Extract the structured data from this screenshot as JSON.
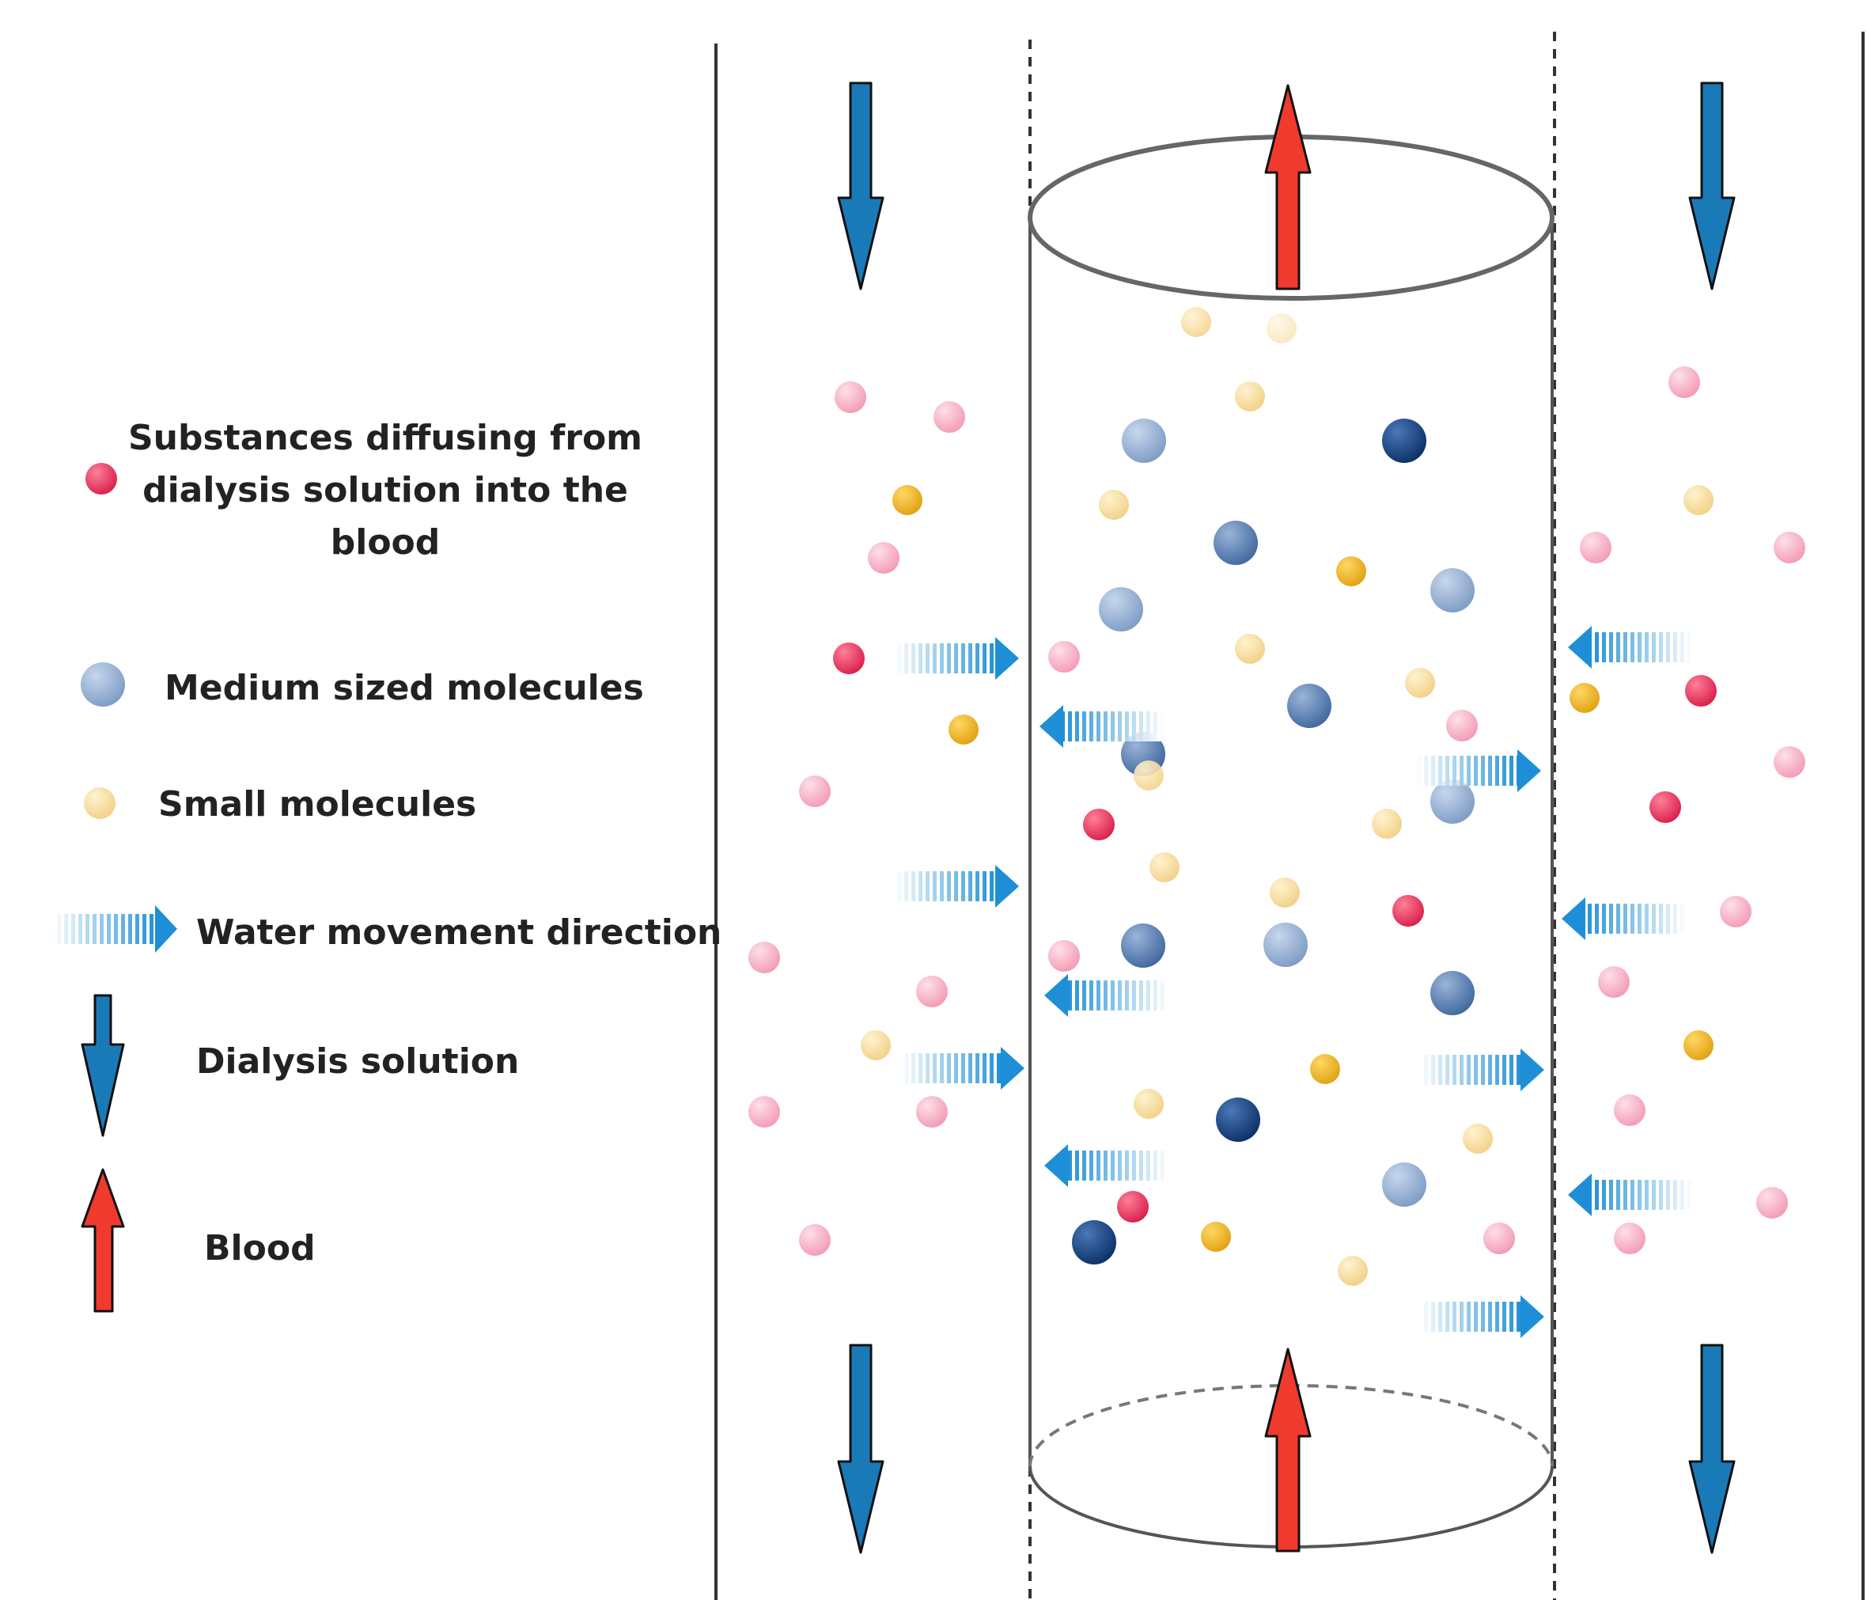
{
  "legend": {
    "substances_line1": "Substances diffusing from",
    "substances_line2": "dialysis solution into the",
    "substances_line3": "blood",
    "medium": "Medium sized molecules",
    "small": "Small molecules",
    "water": "Water movement direction",
    "dialysis": "Dialysis solution",
    "blood": "Blood"
  },
  "colors": {
    "dialysis_arrow": "#1a7ab8",
    "blood_arrow": "#f03a2e",
    "water_arrow": "#1e8fd6",
    "pink_light": "#f6a9bd",
    "pink_strong": "#e8345b",
    "yellow_light": "#f7dd9a",
    "yellow_strong": "#f0b521",
    "blue_light": "#8fabcf",
    "blue_mid": "#5a7fb4",
    "blue_dark": "#123c7a"
  }
}
